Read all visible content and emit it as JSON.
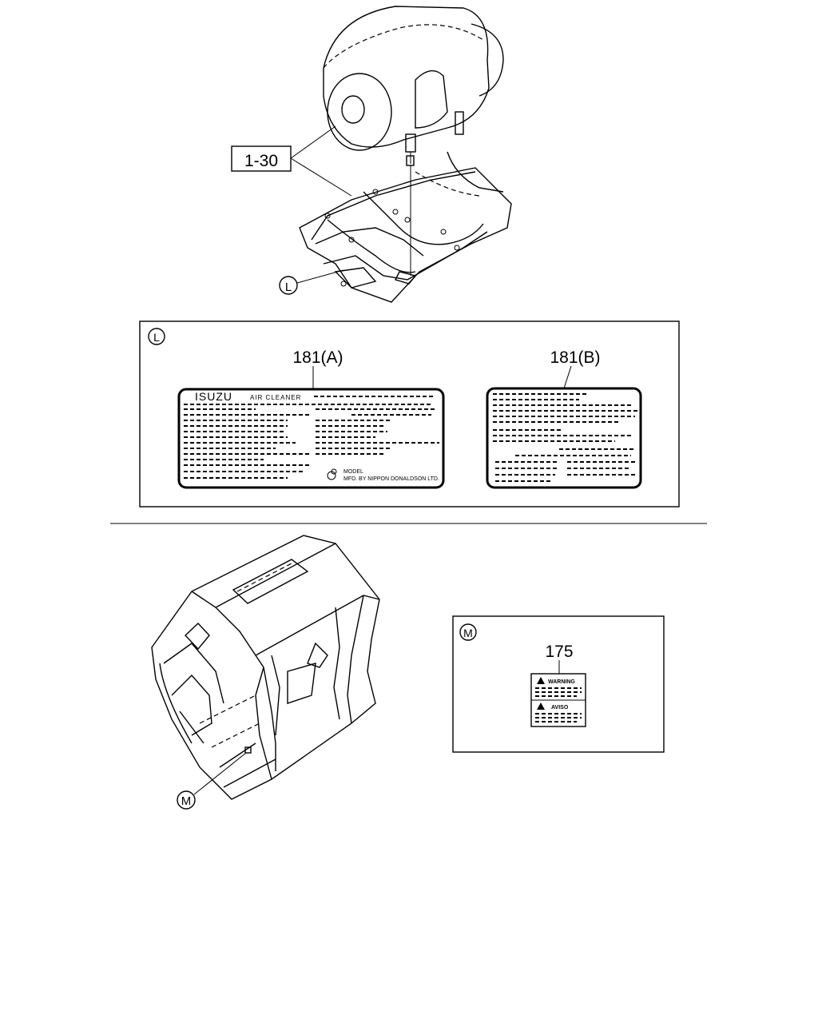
{
  "callouts": {
    "ref_1_30": "1-30",
    "view_l": "L",
    "view_m": "M"
  },
  "panel_l": {
    "label_a": {
      "part_no": "181(A)",
      "brand": "ISUZU",
      "product": "AIR CLEANER",
      "model": "MODEL",
      "mfd": "MFD. BY NIPPON DONALDSON LTD."
    },
    "label_b": {
      "part_no": "181(B)"
    }
  },
  "panel_m": {
    "part_no": "175",
    "warning": "WARNING",
    "aviso": "AVISO"
  }
}
